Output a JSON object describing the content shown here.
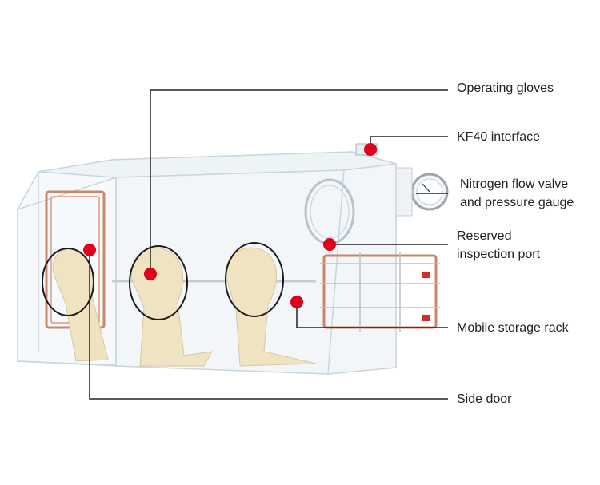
{
  "callouts": {
    "operating_gloves": "Operating gloves",
    "kf40_interface": "KF40 interface",
    "nitrogen_flow_valve": [
      "Nitrogen flow valve",
      "and pressure gauge"
    ],
    "reserved_inspection_port": [
      "Reserved",
      "inspection port"
    ],
    "mobile_storage_rack": "Mobile storage rack",
    "side_door": "Side door"
  },
  "colors": {
    "marker": "#e0001b",
    "leader_line": "#222222",
    "glove": "#efe3c2",
    "acrylic_edge": "#c9d6de",
    "copper_frame": "#c9866a"
  }
}
